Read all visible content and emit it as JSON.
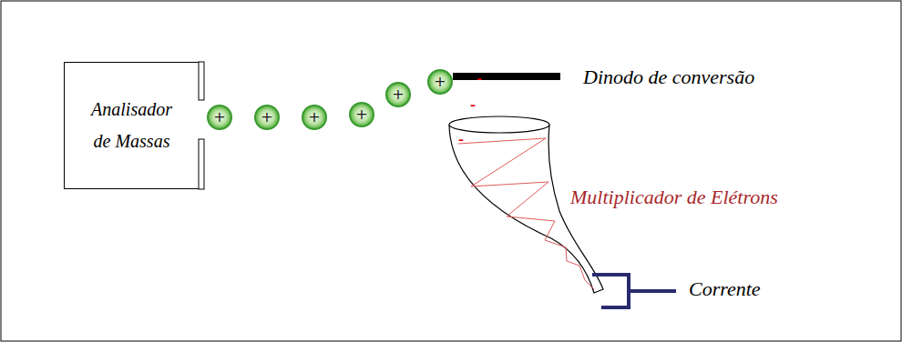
{
  "diagram": {
    "nodes": [
      {
        "text": [
          "Analisador de Massas"
        ]
      },
      {
        "text": [
          "+"
        ]
      },
      {
        "text": [
          "+"
        ]
      },
      {
        "text": [
          "+"
        ]
      },
      {
        "text": [
          "+"
        ]
      },
      {
        "text": [
          "+"
        ]
      },
      {
        "text": [
          "+"
        ]
      }
    ],
    "labels": [
      "Dinodo de conversão",
      "-",
      "-",
      "-",
      "Multiplicador de Elétrons",
      "Corrente"
    ]
  }
}
